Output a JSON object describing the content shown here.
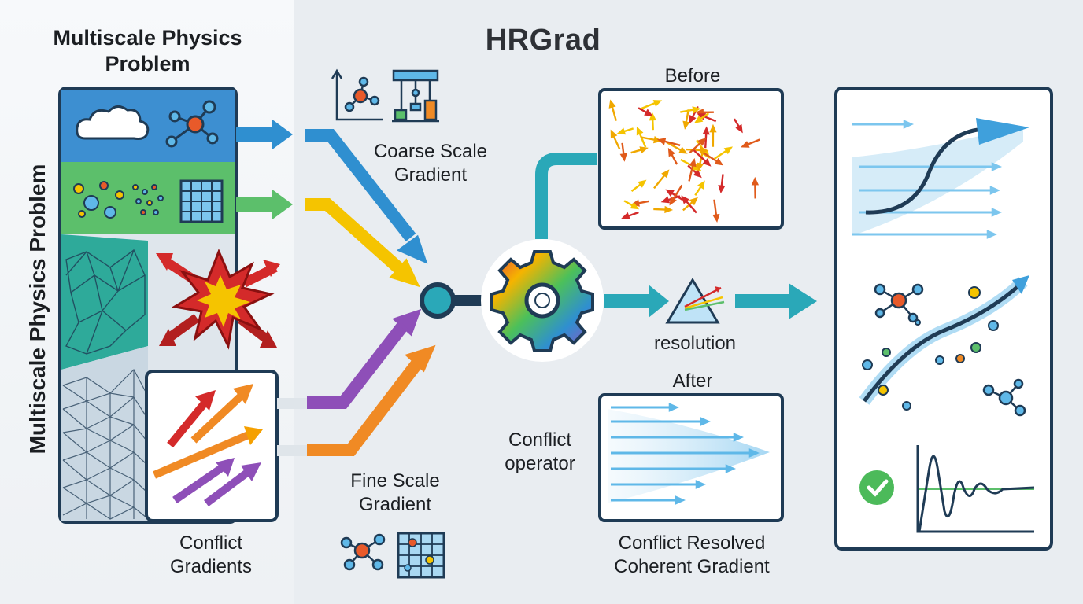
{
  "diagram": {
    "title": "HRGrad",
    "left_header": "Multiscale Physics Problem",
    "vertical_label": "Multiscale Physics Problem",
    "conflict_gradients_label": "Conflict Gradients",
    "coarse_label": "Coarse Scale Gradient",
    "fine_label": "Fine Scale Gradient",
    "before_label": "Before",
    "after_label": "After",
    "resolution_label": "resolution",
    "conflict_operator_label": "Conflict operator",
    "resolved_label": "Conflict Resolved Coherent Gradient"
  },
  "colors": {
    "blue": "#2f8fd0",
    "green": "#5cbf6b",
    "yellow": "#f5c400",
    "purple": "#8e4fb8",
    "orange": "#f08a24",
    "teal": "#2aa8b8",
    "red": "#d42a2a",
    "navy": "#1f3b55"
  },
  "icons": [
    "cloud-icon",
    "molecule-icon",
    "particles-icon",
    "grid-icon",
    "mesh-icon",
    "explosion-icon",
    "chart-icon",
    "gear-icon",
    "prism-icon",
    "check-icon"
  ]
}
